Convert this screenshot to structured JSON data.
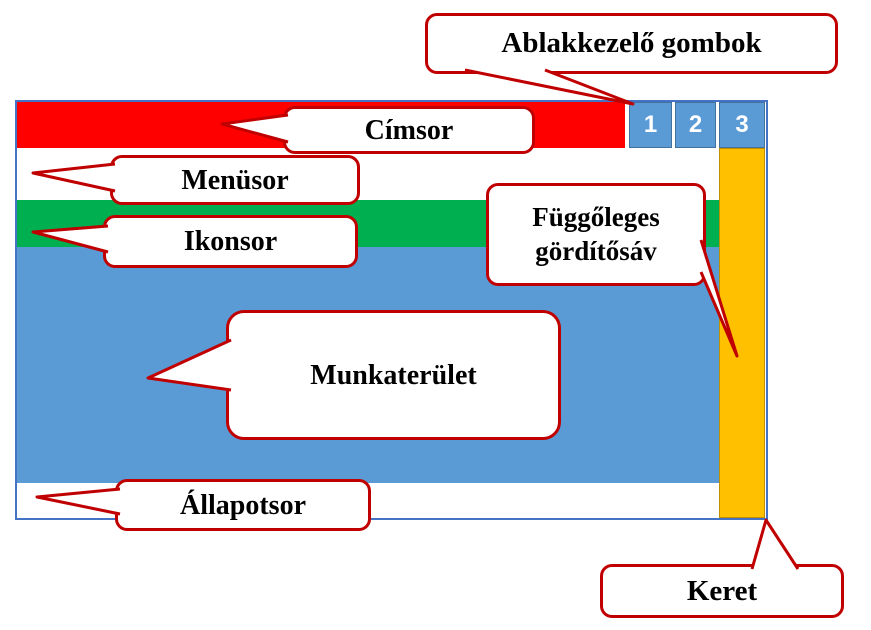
{
  "window": {
    "control_buttons": [
      "1",
      "2",
      "3"
    ]
  },
  "callouts": {
    "window_buttons_label": "Ablakkezelő gombok",
    "title_bar_label": "Címsor",
    "menu_bar_label": "Menüsor",
    "icon_bar_label": "Ikonsor",
    "vertical_scrollbar_label_line1": "Függőleges",
    "vertical_scrollbar_label_line2": "gördítősáv",
    "work_area_label": "Munkaterület",
    "status_bar_label": "Állapotsor",
    "frame_label": "Keret"
  },
  "colors": {
    "title_bar": "#FF0000",
    "icon_bar": "#00B050",
    "work_area": "#5B9BD5",
    "control_button": "#5B9BD5",
    "scrollbar": "#FFC000",
    "callout_border": "#C00000",
    "frame_border": "#4472C4"
  }
}
